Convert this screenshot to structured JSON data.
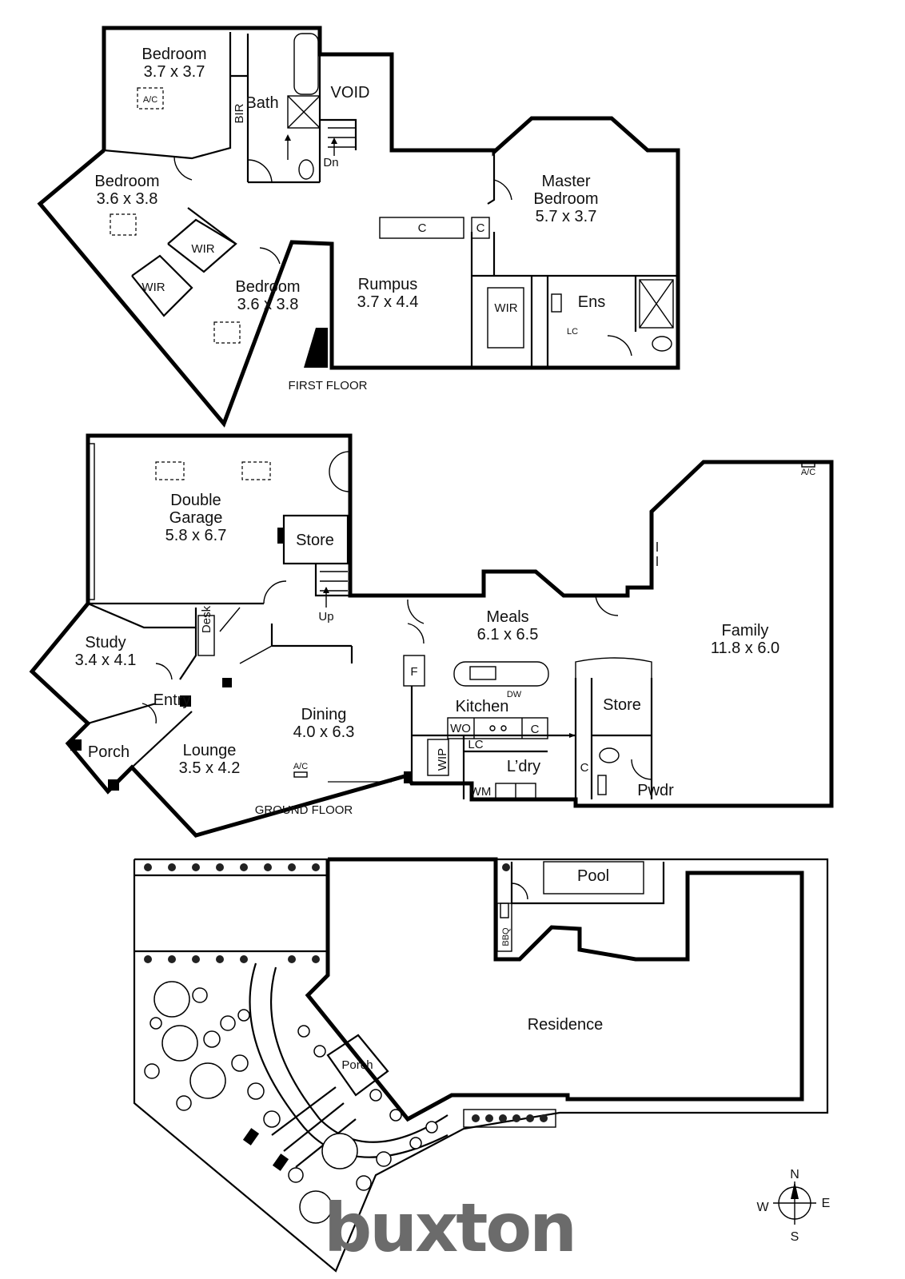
{
  "first_floor": {
    "floor_label": "FIRST FLOOR",
    "rooms": {
      "bed1": {
        "name": "Bedroom",
        "size": "3.7 x 3.7"
      },
      "bed2": {
        "name": "Bedroom",
        "size": "3.6 x 3.8"
      },
      "bed3": {
        "name": "Bedroom",
        "size": "3.6 x 3.8"
      },
      "master": {
        "name": "Master",
        "name2": "Bedroom",
        "size": "5.7 x 3.7"
      },
      "rumpus": {
        "name": "Rumpus",
        "size": "3.7 x 4.4"
      }
    },
    "labels": {
      "bath": "Bath",
      "void": "VOID",
      "bir": "BIR",
      "dn": "Dn",
      "wir_a": "WIR",
      "wir_b": "WIR",
      "wir_master": "WIR",
      "ens": "Ens",
      "lc": "LC",
      "c1": "C",
      "c2": "C",
      "ac": "A/C"
    }
  },
  "ground_floor": {
    "floor_label": "GROUND FLOOR",
    "rooms": {
      "garage": {
        "name": "Double",
        "name2": "Garage",
        "size": "5.8 x 6.7"
      },
      "study": {
        "name": "Study",
        "size": "3.4 x 4.1"
      },
      "lounge": {
        "name": "Lounge",
        "size": "3.5 x 4.2"
      },
      "dining": {
        "name": "Dining",
        "size": "4.0 x 6.3"
      },
      "meals": {
        "name": "Meals",
        "size": "6.1 x 6.5"
      },
      "family": {
        "name": "Family",
        "size": "11.8 x 6.0"
      }
    },
    "labels": {
      "store1": "Store",
      "store2": "Store",
      "entry": "Entry",
      "porch": "Porch",
      "desk": "Desk",
      "up": "Up",
      "kitchen": "Kitchen",
      "laundry": "L’dry",
      "pwdr": "Pwdr",
      "wip": "WIP",
      "wo": "WO",
      "lc": "LC",
      "wm": "WM",
      "f": "F",
      "c1": "C",
      "c2": "C",
      "dw": "DW",
      "ac": "A/C"
    }
  },
  "site": {
    "residence": "Residence",
    "pool": "Pool",
    "porch": "Porch",
    "bbq": "BBQ"
  },
  "compass": {
    "n": "N",
    "e": "E",
    "s": "S",
    "w": "W"
  },
  "brand": "buxton"
}
